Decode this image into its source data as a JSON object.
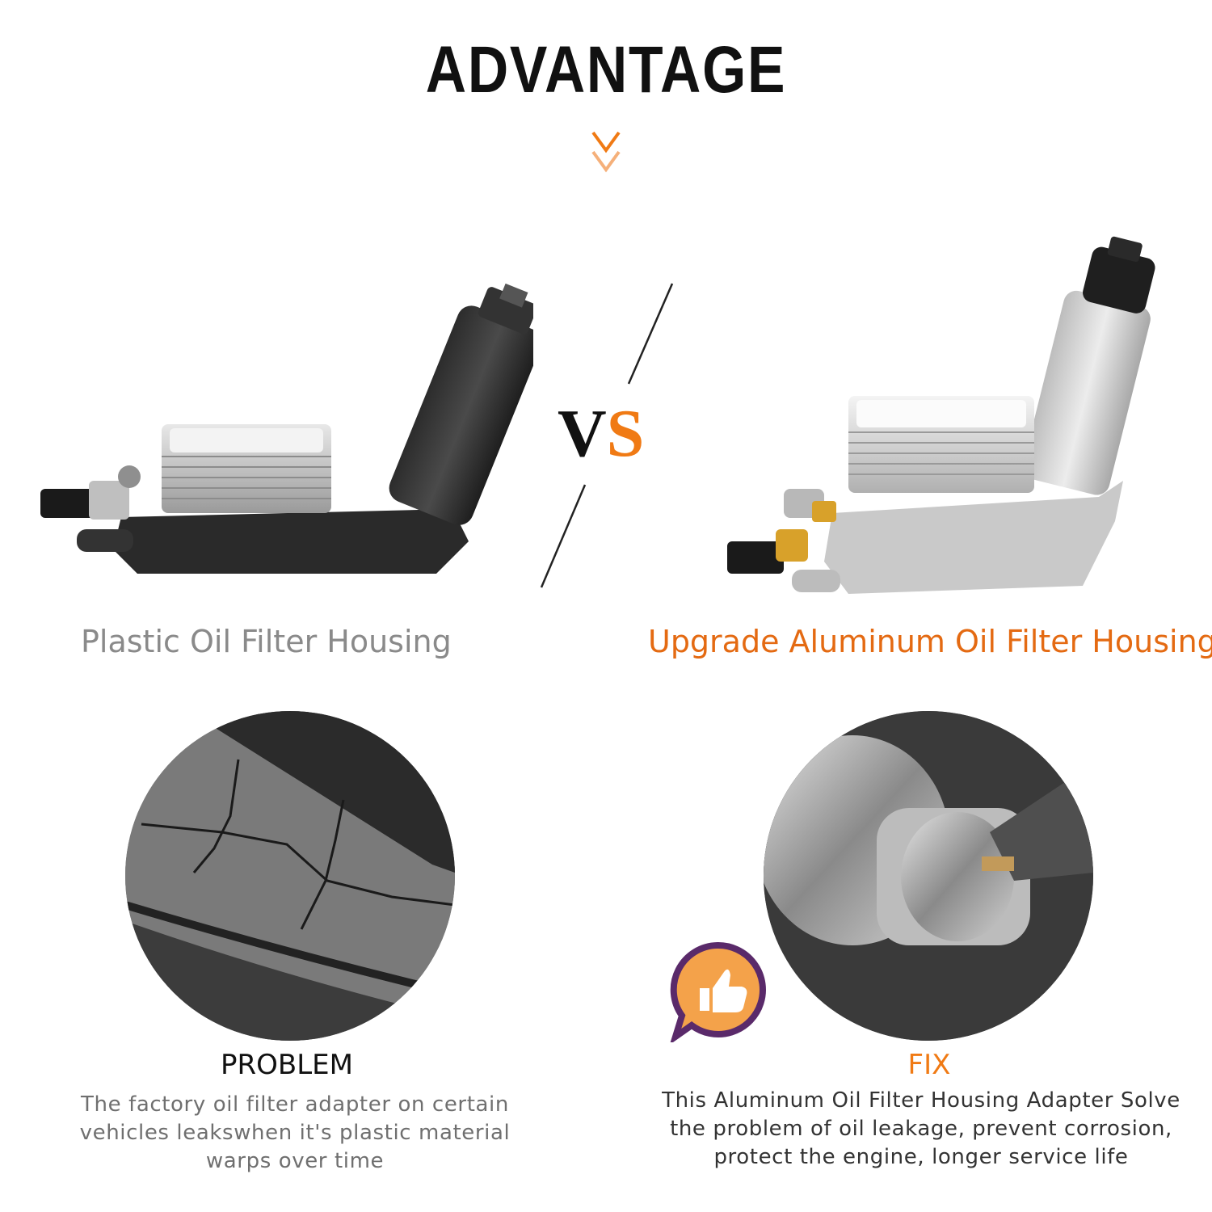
{
  "title": "ADVANTAGE",
  "vs": {
    "v": "V",
    "s": "S"
  },
  "left": {
    "caption": "Plastic Oil Filter Housing",
    "heading": "PROBLEM",
    "description": "The factory oil filter adapter on certain vehicles leakswhen it's plastic material warps over time"
  },
  "right": {
    "caption": "Upgrade Aluminum Oil Filter Housing",
    "heading": "FIX",
    "description": "This Aluminum Oil Filter Housing Adapter Solve the problem of oil leakage, prevent corrosion, protect the engine,  longer service life"
  },
  "colors": {
    "accent": "#f07a14",
    "caption_gray": "#8a8a8a",
    "text_dark": "#111111"
  },
  "icons": [
    "chevron-down-icon",
    "thumbs-up-icon"
  ]
}
